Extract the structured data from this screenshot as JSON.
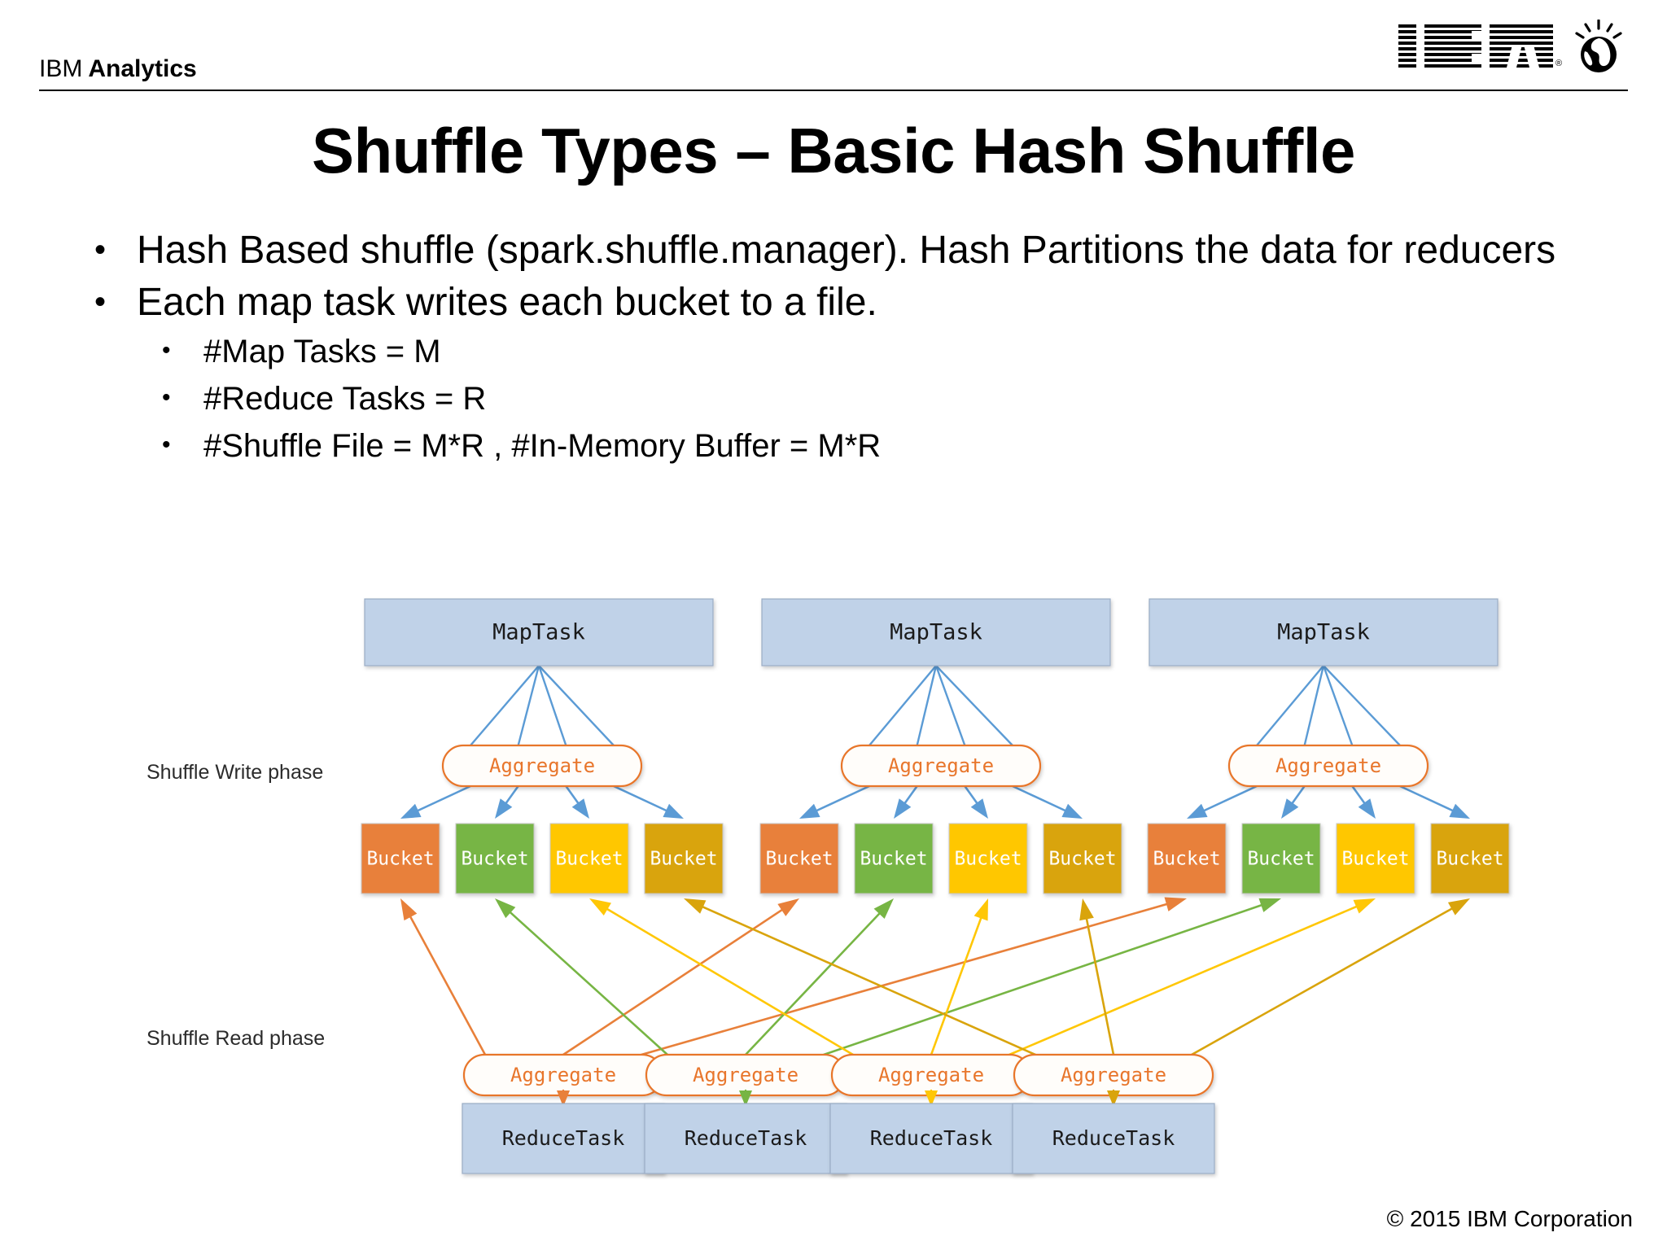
{
  "header": {
    "brand_prefix": "IBM",
    "brand_suffix": "Analytics",
    "logo_icon": "ibm-logo-icon",
    "globe_icon": "ibm-globe-icon",
    "registered_mark": "®"
  },
  "title": "Shuffle Types – Basic Hash Shuffle",
  "bullets": [
    {
      "level": 1,
      "marker": "•",
      "text": "Hash Based shuffle (spark.shuffle.manager). Hash Partitions the data for reducers"
    },
    {
      "level": 1,
      "marker": "•",
      "text": "Each map task writes each bucket to a file."
    },
    {
      "level": 2,
      "marker": "•",
      "text": "#Map Tasks = M"
    },
    {
      "level": 2,
      "marker": "•",
      "text": "#Reduce Tasks = R"
    },
    {
      "level": 2,
      "marker": "•",
      "text": "#Shuffle File = M*R , #In-Memory Buffer = M*R"
    }
  ],
  "diagram": {
    "phase_labels": {
      "write": "Shuffle Write phase",
      "read": "Shuffle Read phase"
    },
    "map_task_label": "MapTask",
    "reduce_task_label": "ReduceTask",
    "aggregate_label": "Aggregate",
    "bucket_label": "Bucket",
    "map_task_count": 3,
    "reduce_task_count": 4,
    "buckets_per_map_task": 4,
    "colors": {
      "task_box_fill": "#c0d2e8",
      "task_box_stroke": "#9aacc4",
      "aggregate_stroke": "#e8762c",
      "aggregate_fill": "#fffdfa",
      "aggregate_text": "#e8762c",
      "write_arrow": "#5b9bd5",
      "bucket_1": "#e8803a",
      "bucket_2": "#77b544",
      "bucket_3": "#ffc706",
      "bucket_4": "#d9a40c",
      "bucket_text": "#ffffff"
    },
    "map_tasks": [
      {
        "label": "MapTask",
        "aggregate": "Aggregate",
        "buckets": [
          {
            "label": "Bucket",
            "color": "#e8803a",
            "partition": 1
          },
          {
            "label": "Bucket",
            "color": "#77b544",
            "partition": 2
          },
          {
            "label": "Bucket",
            "color": "#ffc706",
            "partition": 3
          },
          {
            "label": "Bucket",
            "color": "#d9a40c",
            "partition": 4
          }
        ]
      },
      {
        "label": "MapTask",
        "aggregate": "Aggregate",
        "buckets": [
          {
            "label": "Bucket",
            "color": "#e8803a",
            "partition": 1
          },
          {
            "label": "Bucket",
            "color": "#77b544",
            "partition": 2
          },
          {
            "label": "Bucket",
            "color": "#ffc706",
            "partition": 3
          },
          {
            "label": "Bucket",
            "color": "#d9a40c",
            "partition": 4
          }
        ]
      },
      {
        "label": "MapTask",
        "aggregate": "Aggregate",
        "buckets": [
          {
            "label": "Bucket",
            "color": "#e8803a",
            "partition": 1
          },
          {
            "label": "Bucket",
            "color": "#77b544",
            "partition": 2
          },
          {
            "label": "Bucket",
            "color": "#ffc706",
            "partition": 3
          },
          {
            "label": "Bucket",
            "color": "#d9a40c",
            "partition": 4
          }
        ]
      }
    ],
    "reduce_tasks": [
      {
        "label": "ReduceTask",
        "aggregate": "Aggregate",
        "color": "#e8803a",
        "partition": 1
      },
      {
        "label": "ReduceTask",
        "aggregate": "Aggregate",
        "color": "#77b544",
        "partition": 2
      },
      {
        "label": "ReduceTask",
        "aggregate": "Aggregate",
        "color": "#ffc706",
        "partition": 3
      },
      {
        "label": "ReduceTask",
        "aggregate": "Aggregate",
        "color": "#d9a40c",
        "partition": 4
      }
    ]
  },
  "footer": {
    "copyright": "© 2015 IBM Corporation"
  }
}
